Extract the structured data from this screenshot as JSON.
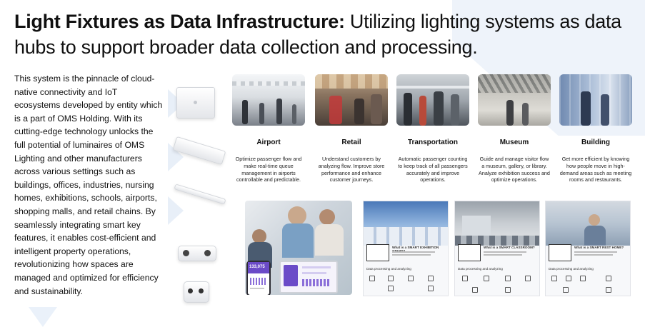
{
  "title": {
    "strong": "Light Fixtures as Data Infrastructure:",
    "light": " Utilizing lighting systems as data hubs to support broader data collection and processing."
  },
  "body": "This system is the pinnacle of cloud-native connectivity and IoT ecosystems developed by entity which is a part of OMS Holding. With its cutting-edge technology unlocks the full potential of luminaires of OMS Lighting and other manufacturers across various settings such as buildings, offices, industries, nursing homes, exhibitions, schools, airports, shopping malls, and retail chains. By seamlessly integrating smart key features, it enables cost-efficient and intelligent property operations, revolutionizing how spaces are managed and optimized for efficiency and sustainability.",
  "categories": [
    {
      "name": "Airport",
      "desc": "Optimize passenger flow and make real-time queue management in airports controllable and predictable."
    },
    {
      "name": "Retail",
      "desc": "Understand customers by analyzing flow. Improve store performance and enhance customer journeys."
    },
    {
      "name": "Transportation",
      "desc": "Automatic passenger counting to keep track of all passengers accurately and improve operations."
    },
    {
      "name": "Museum",
      "desc": "Guide and manage visitor flow a museum, gallery, or library. Analyze exhibition success and optimize operations."
    },
    {
      "name": "Building",
      "desc": "Get more efficient by knowing how people move in high-demand areas such as meeting rooms and restaurants."
    }
  ],
  "app_mockup": {
    "value": "133,075"
  },
  "panels": [
    {
      "title": "What is a SMART EXHIBITION STAND?",
      "section": "Data processing and analyzing"
    },
    {
      "title": "What is a SMART CLASSROOM?",
      "section": "Data processing and analyzing"
    },
    {
      "title": "What is a SMART REST HOME?",
      "section": "Data processing and analyzing"
    }
  ],
  "colors": {
    "accent_bg": "#eef3fa",
    "app_purple": "#6b4bc8"
  }
}
